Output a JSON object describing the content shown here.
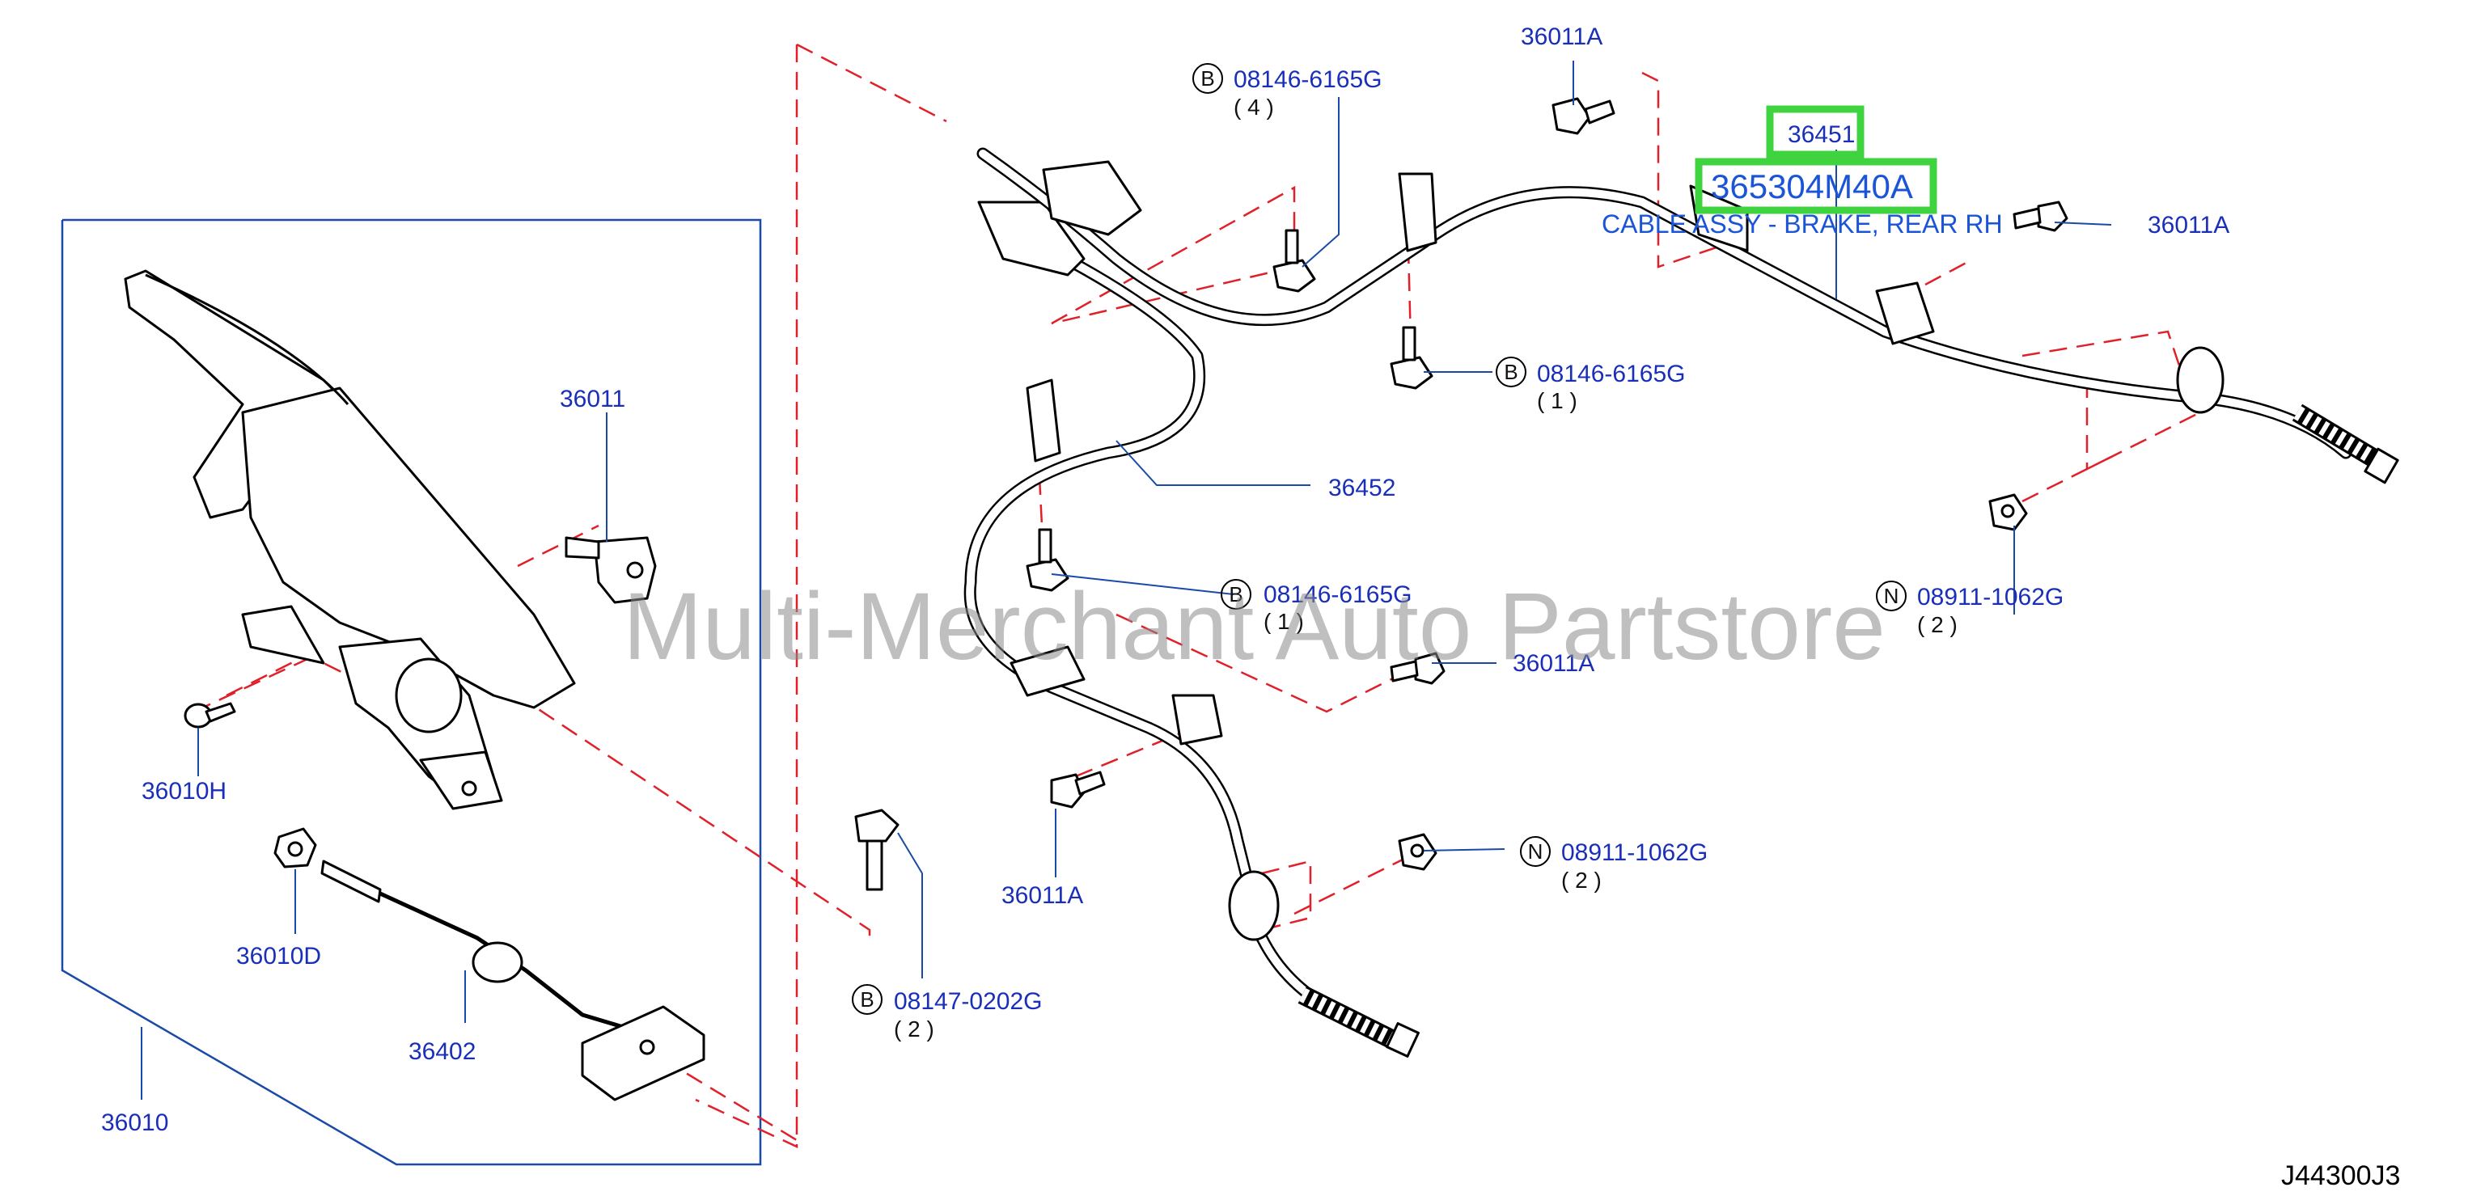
{
  "diagram": {
    "watermark": "Multi-Merchant Auto Partstore",
    "diagram_code": "J44300J3",
    "highlight": {
      "part_number": "36451",
      "oem_number": "365304M40A",
      "description": "CABLE ASSY - BRAKE, REAR RH",
      "color": "#3fd43f"
    },
    "callouts": [
      {
        "id": "b-08146-6165g-top",
        "prefix": "B",
        "number": "08146-6165G",
        "qty": "( 4 )"
      },
      {
        "id": "36011a-top",
        "number": "36011A"
      },
      {
        "id": "36011a-right",
        "number": "36011A"
      },
      {
        "id": "b-08146-6165g-mid",
        "prefix": "B",
        "number": "08146-6165G",
        "qty": "( 1 )"
      },
      {
        "id": "36011",
        "number": "36011"
      },
      {
        "id": "36452",
        "number": "36452"
      },
      {
        "id": "b-08146-6165g-low",
        "prefix": "B",
        "number": "08146-6165G",
        "qty": "( 1 )"
      },
      {
        "id": "n-08911-1062g-right",
        "prefix": "N",
        "number": "08911-1062G",
        "qty": "( 2 )"
      },
      {
        "id": "36011a-center",
        "number": "36011A"
      },
      {
        "id": "36010h",
        "number": "36010H"
      },
      {
        "id": "36011a-lower",
        "number": "36011A"
      },
      {
        "id": "n-08911-1062g-lower",
        "prefix": "N",
        "number": "08911-1062G",
        "qty": "( 2 )"
      },
      {
        "id": "36010d",
        "number": "36010D"
      },
      {
        "id": "b-08147-0202g",
        "prefix": "B",
        "number": "08147-0202G",
        "qty": "( 2 )"
      },
      {
        "id": "36402",
        "number": "36402"
      },
      {
        "id": "36010",
        "number": "36010"
      }
    ],
    "colors": {
      "label_text": "#1a2fb8",
      "leader_lines": "#1a4aa8",
      "dashed_lines": "#e0202a",
      "highlight_box": "#3fd43f",
      "watermark": "#8a8a8a"
    }
  }
}
